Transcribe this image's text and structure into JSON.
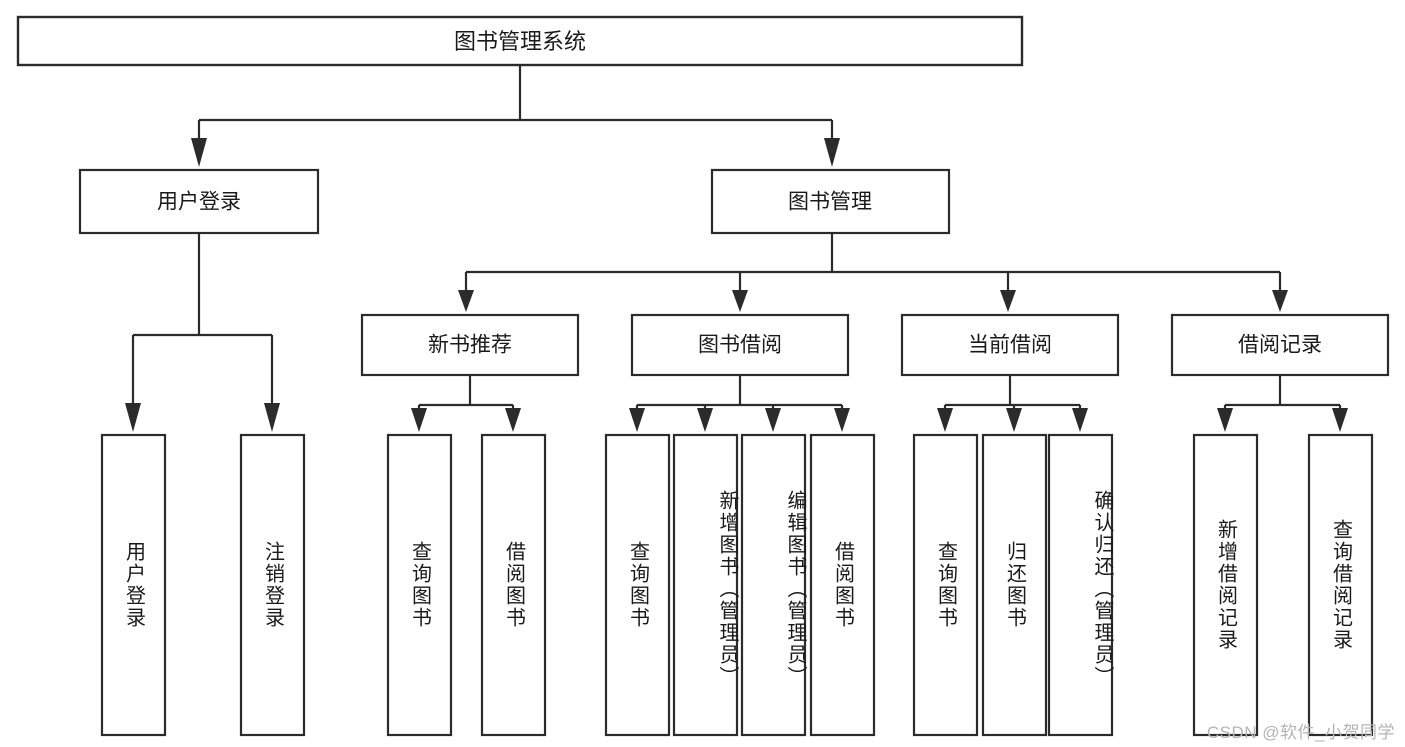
{
  "diagram": {
    "type": "tree",
    "title": "图书管理系统",
    "watermark": "CSDN @软件_小贺同学",
    "colors": {
      "stroke": "#2b2b2b",
      "fill": "#ffffff",
      "text": "#1a1a1a",
      "watermark": "#b4b4b4",
      "background": "#ffffff"
    },
    "root": {
      "label": "图书管理系统"
    },
    "level2": [
      {
        "id": "user-login",
        "label": "用户登录"
      },
      {
        "id": "book-manage",
        "label": "图书管理"
      }
    ],
    "level3": [
      {
        "id": "new-book-recommend",
        "label": "新书推荐",
        "parent": "book-manage"
      },
      {
        "id": "book-borrow",
        "label": "图书借阅",
        "parent": "book-manage"
      },
      {
        "id": "current-borrow",
        "label": "当前借阅",
        "parent": "book-manage"
      },
      {
        "id": "borrow-record",
        "label": "借阅记录",
        "parent": "book-manage"
      }
    ],
    "leaves": [
      {
        "id": "leaf-user-login",
        "label": "用户登录",
        "parent": "user-login"
      },
      {
        "id": "leaf-user-logout",
        "label": "注销登录",
        "parent": "user-login"
      },
      {
        "id": "leaf-query-book-1",
        "label": "查询图书",
        "parent": "new-book-recommend"
      },
      {
        "id": "leaf-borrow-book-1",
        "label": "借阅图书",
        "parent": "new-book-recommend"
      },
      {
        "id": "leaf-query-book-2",
        "label": "查询图书",
        "parent": "book-borrow"
      },
      {
        "id": "leaf-add-book",
        "label": "新增图书（管理员）",
        "parent": "book-borrow"
      },
      {
        "id": "leaf-edit-book",
        "label": "编辑图书（管理员）",
        "parent": "book-borrow"
      },
      {
        "id": "leaf-borrow-book-2",
        "label": "借阅图书",
        "parent": "book-borrow"
      },
      {
        "id": "leaf-query-book-3",
        "label": "查询图书",
        "parent": "current-borrow"
      },
      {
        "id": "leaf-return-book",
        "label": "归还图书",
        "parent": "current-borrow"
      },
      {
        "id": "leaf-confirm-return",
        "label": "确认归还（管理员）",
        "parent": "current-borrow"
      },
      {
        "id": "leaf-add-record",
        "label": "新增借阅记录",
        "parent": "borrow-record"
      },
      {
        "id": "leaf-query-record",
        "label": "查询借阅记录",
        "parent": "borrow-record"
      }
    ]
  }
}
